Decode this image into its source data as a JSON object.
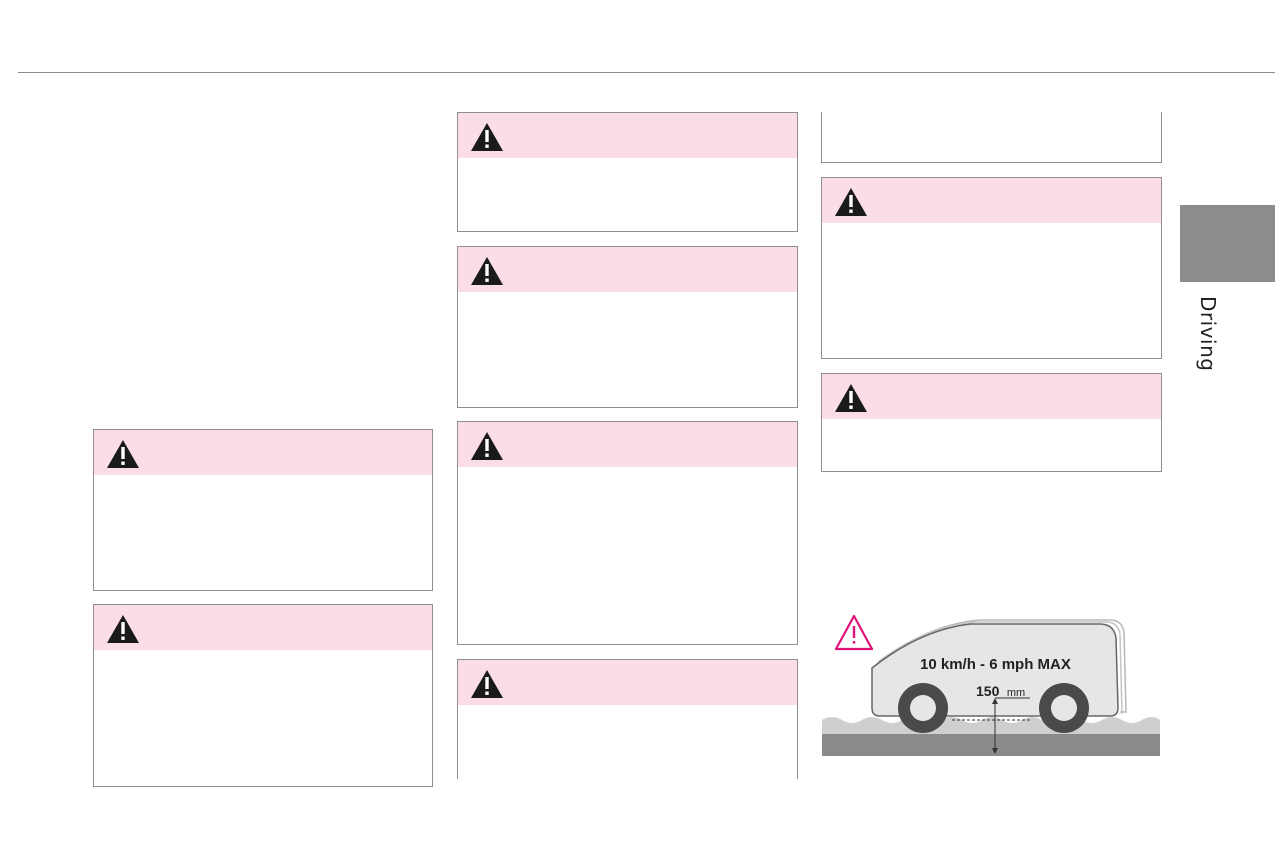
{
  "side_tab": {
    "label": "Driving"
  },
  "warning_boxes": [
    {
      "id": "col1-box1"
    },
    {
      "id": "col1-box2"
    },
    {
      "id": "col2-box1"
    },
    {
      "id": "col2-box2"
    },
    {
      "id": "col2-box3"
    },
    {
      "id": "col2-box4"
    },
    {
      "id": "col3-box2"
    },
    {
      "id": "col3-box3"
    }
  ],
  "illustration": {
    "speed_label": "10 km/h - 6 mph MAX",
    "depth_value": "150",
    "depth_unit": "mm",
    "caution_icon": "caution-triangle-icon"
  },
  "colors": {
    "warning_header": "#fbdce9",
    "caution_accent": "#e0127a",
    "tab_grey": "#8c8c8c"
  }
}
